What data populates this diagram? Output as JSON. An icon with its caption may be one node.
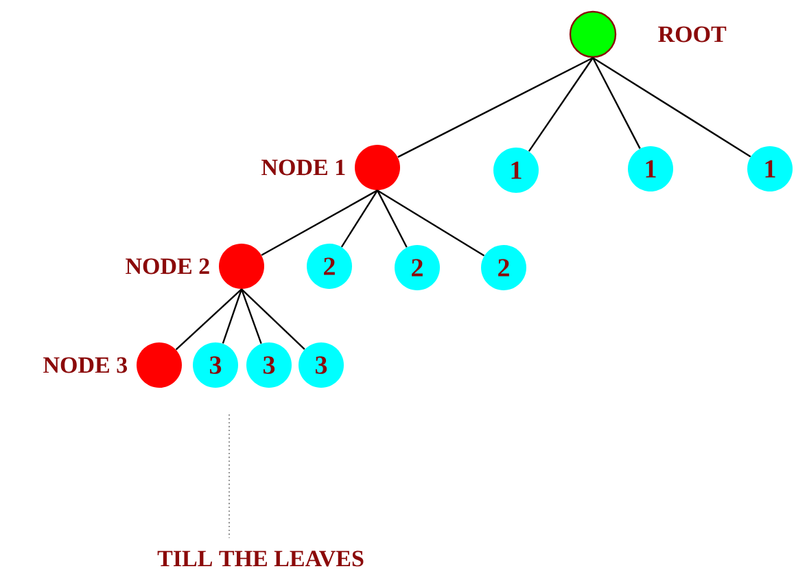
{
  "diagram": {
    "nodes": [
      {
        "text": [],
        "shape": "circle",
        "beside": [
          "ROOT"
        ]
      },
      {
        "text": [],
        "shape": "circle",
        "beside": [
          "NODE 1"
        ]
      },
      {
        "text": [
          "1"
        ]
      },
      {
        "text": [
          "1"
        ]
      },
      {
        "text": [
          "1"
        ]
      },
      {
        "text": [],
        "shape": "circle",
        "beside": [
          "NODE 2"
        ]
      },
      {
        "text": [
          "2"
        ]
      },
      {
        "text": [
          "2"
        ]
      },
      {
        "text": [
          "2"
        ]
      },
      {
        "text": [],
        "shape": "circle",
        "beside": [
          "NODE 3"
        ]
      },
      {
        "text": [
          "3"
        ]
      },
      {
        "text": [
          "3"
        ]
      },
      {
        "text": [
          "3"
        ]
      }
    ],
    "edges": [
      {
        "from": 0,
        "to": 1,
        "arrow": "none"
      },
      {
        "from": 0,
        "to": 2,
        "arrow": "none"
      },
      {
        "from": 0,
        "to": 3,
        "arrow": "none"
      },
      {
        "from": 0,
        "to": 4,
        "arrow": "none"
      },
      {
        "from": 1,
        "to": 5,
        "arrow": "none"
      },
      {
        "from": 1,
        "to": 6,
        "arrow": "none"
      },
      {
        "from": 1,
        "to": 7,
        "arrow": "none"
      },
      {
        "from": 1,
        "to": 8,
        "arrow": "none"
      },
      {
        "from": 5,
        "to": 9,
        "arrow": "none"
      },
      {
        "from": 5,
        "to": 10,
        "arrow": "none"
      },
      {
        "from": 5,
        "to": 11,
        "arrow": "none"
      },
      {
        "from": 5,
        "to": 12,
        "arrow": "none"
      }
    ],
    "labels": [
      "TILL THE LEAVES"
    ]
  }
}
